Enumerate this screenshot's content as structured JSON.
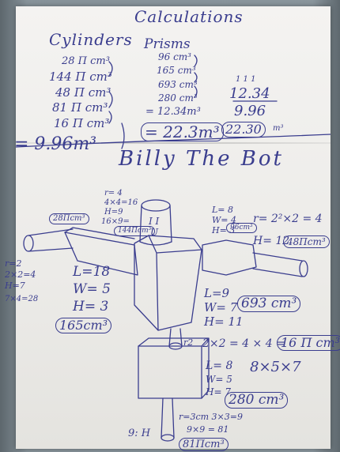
{
  "header": {
    "title": "Calculations",
    "col_cylinders": "Cylinders",
    "col_prisms": "Prisms"
  },
  "cylinders": [
    "28 Π cm³",
    "144 Π cm³",
    "48 Π cm³",
    "81 Π cm³",
    "16 Π cm³"
  ],
  "cylinder_total": "= 9.96m³",
  "prisms": [
    "96 cm³",
    "165 cm³",
    "693 cm³",
    "280 cm³",
    "= 12.34m³"
  ],
  "prism_total": "= 22.3m³",
  "sum_carry": "1  1  1",
  "sum_a": "12.34",
  "sum_b": "9.96",
  "sum_result": "22.30",
  "sum_unit": "m³",
  "robot_title": "Billy The Bot",
  "ann": {
    "head_r": "r= 4",
    "head_rsq": "4×4=16",
    "head_h": "H=9",
    "head_calc": "16×9=",
    "head_vol": "144Πcm³",
    "head_label": "I I",
    "head_mouth": "U",
    "larm_vol": "28Πcm³",
    "larm_r": "r=2",
    "larm_rsq": "2×2=4",
    "larm_h": "H=7",
    "larm_calc": "7×4=28",
    "shoulder_l": "L=18",
    "shoulder_w": "W= 5",
    "shoulder_h": "H= 3",
    "shoulder_vol": "165cm³",
    "rshoulder_l": "L= 8",
    "rshoulder_w": "W= 4",
    "rshoulder_h": "H= 3",
    "rshoulder_vol": "96cm³",
    "rarm_r": "r= 2²×2 = 4",
    "rarm_h": "H= 12",
    "rarm_vol": "48Πcm³",
    "body_l": "L=9",
    "body_w": "W= 7",
    "body_h": "H= 11",
    "body_vol": "693 cm³",
    "waist_r": "r2",
    "waist_calc": "2×2 = 4 × 4 =",
    "waist_vol": "16 Π cm³",
    "base_l": "L= 8",
    "base_w": "W= 5",
    "base_h": "H= 7",
    "base_calc": "8×5×7",
    "base_vol": "280 cm³",
    "leg_r": "r=3cm  3×3=9",
    "leg_sq": "9×9 = 81",
    "leg_h": "9: H",
    "leg_vol": "81Πcm³"
  },
  "colors": {
    "ink": "#3a3d8e",
    "paper": "#f0efec",
    "background": "#7a868c"
  }
}
